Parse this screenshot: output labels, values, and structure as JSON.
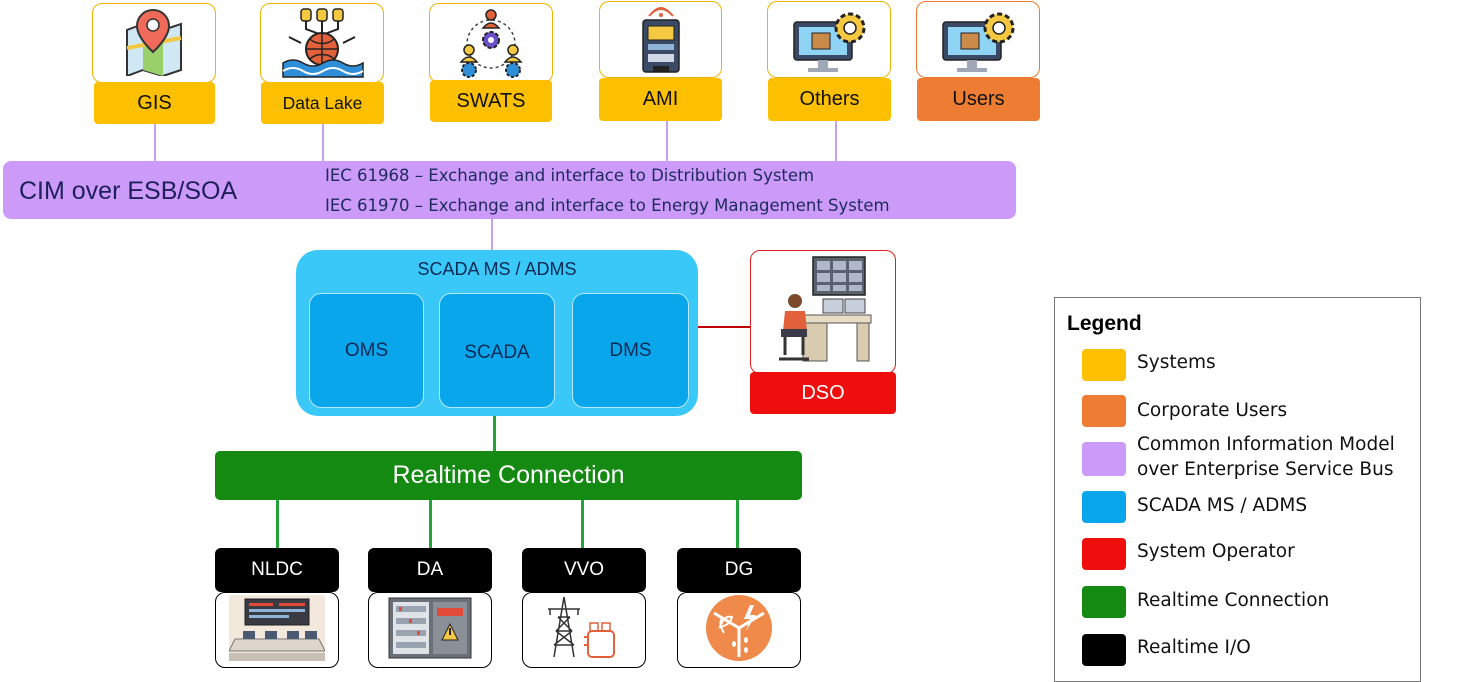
{
  "systems": [
    {
      "label": "GIS",
      "icon": "map-pin-icon"
    },
    {
      "label": "Data Lake",
      "icon": "data-lake-icon"
    },
    {
      "label": "SWATS",
      "icon": "team-gears-icon"
    },
    {
      "label": "AMI",
      "icon": "smart-meter-icon"
    },
    {
      "label": "Others",
      "icon": "monitor-gear-icon"
    },
    {
      "label": "Users",
      "icon": "monitor-gear-icon"
    }
  ],
  "cim": {
    "title": "CIM over ESB/SOA",
    "lines": [
      "IEC 61968 – Exchange and interface to Distribution System",
      "IEC 61970 – Exchange and interface to Energy Management System"
    ]
  },
  "scada": {
    "title": "SCADA MS / ADMS",
    "modules": [
      "OMS",
      "SCADA",
      "DMS"
    ]
  },
  "dso": {
    "label": "DSO",
    "icon": "operator-workstation-icon"
  },
  "realtime": {
    "label": "Realtime Connection"
  },
  "io": [
    {
      "label": "NLDC",
      "icon": "control-room-icon"
    },
    {
      "label": "DA",
      "icon": "electrical-panel-icon"
    },
    {
      "label": "VVO",
      "icon": "transmission-tower-icon"
    },
    {
      "label": "DG",
      "icon": "renewable-energy-icon"
    }
  ],
  "legend": {
    "title": "Legend",
    "items": [
      {
        "label": "Systems",
        "color": "#fcc000"
      },
      {
        "label": "Corporate Users",
        "color": "#ee7c32"
      },
      {
        "label": "Common Information Model over Enterprise Service Bus",
        "color": "#cc9bfa"
      },
      {
        "label": "SCADA MS / ADMS",
        "color": "#0aa6ec"
      },
      {
        "label": "System Operator",
        "color": "#ee0e0e"
      },
      {
        "label": "Realtime Connection",
        "color": "#148a12"
      },
      {
        "label": "Realtime I/O",
        "color": "#000000"
      }
    ]
  },
  "colors": {
    "systems": "#fcc000",
    "users": "#ee7c32",
    "cim": "#cc9bfa",
    "scada": "#39c8f8",
    "operator": "#ee0e0e",
    "realtime": "#148a12",
    "io": "#000000"
  }
}
